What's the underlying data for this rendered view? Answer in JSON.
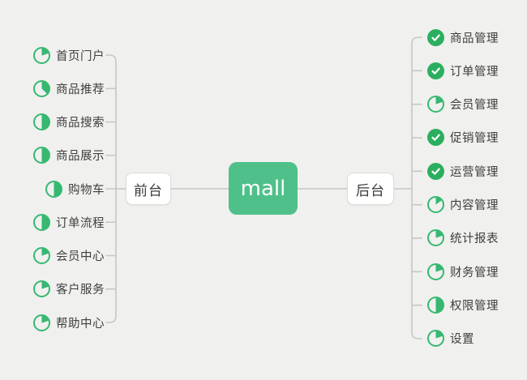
{
  "root": {
    "label": "mall"
  },
  "branches": {
    "left": {
      "label": "前台",
      "items": [
        {
          "label": "首页门户",
          "icon": "progress-pie",
          "progress": 0.2
        },
        {
          "label": "商品推荐",
          "icon": "progress-pie",
          "progress": 0.375
        },
        {
          "label": "商品搜索",
          "icon": "progress-pie",
          "progress": 0.5
        },
        {
          "label": "商品展示",
          "icon": "progress-pie",
          "progress": 0.5
        },
        {
          "label": "购物车",
          "icon": "progress-pie",
          "progress": 0.5
        },
        {
          "label": "订单流程",
          "icon": "progress-pie",
          "progress": 0.5
        },
        {
          "label": "会员中心",
          "icon": "progress-pie",
          "progress": 0.2
        },
        {
          "label": "客户服务",
          "icon": "progress-pie",
          "progress": 0.2
        },
        {
          "label": "帮助中心",
          "icon": "progress-pie",
          "progress": 0.2
        }
      ]
    },
    "right": {
      "label": "后台",
      "items": [
        {
          "label": "商品管理",
          "icon": "check"
        },
        {
          "label": "订单管理",
          "icon": "check"
        },
        {
          "label": "会员管理",
          "icon": "progress-pie",
          "progress": 0.2
        },
        {
          "label": "促销管理",
          "icon": "check"
        },
        {
          "label": "运营管理",
          "icon": "check"
        },
        {
          "label": "内容管理",
          "icon": "progress-pie",
          "progress": 0.15
        },
        {
          "label": "统计报表",
          "icon": "progress-pie",
          "progress": 0.2
        },
        {
          "label": "财务管理",
          "icon": "progress-pie",
          "progress": 0.2
        },
        {
          "label": "权限管理",
          "icon": "progress-pie",
          "progress": 0.5
        },
        {
          "label": "设置",
          "icon": "progress-pie",
          "progress": 0.2
        }
      ]
    }
  },
  "colors": {
    "background": "#f0f0ee",
    "root_node_green": "#4fc08a",
    "check_icon_green": "#2cae60",
    "pie_icon_green": "#36b871",
    "connector_line": "#c6c6c4",
    "topic_text": "#3e3e3e"
  }
}
